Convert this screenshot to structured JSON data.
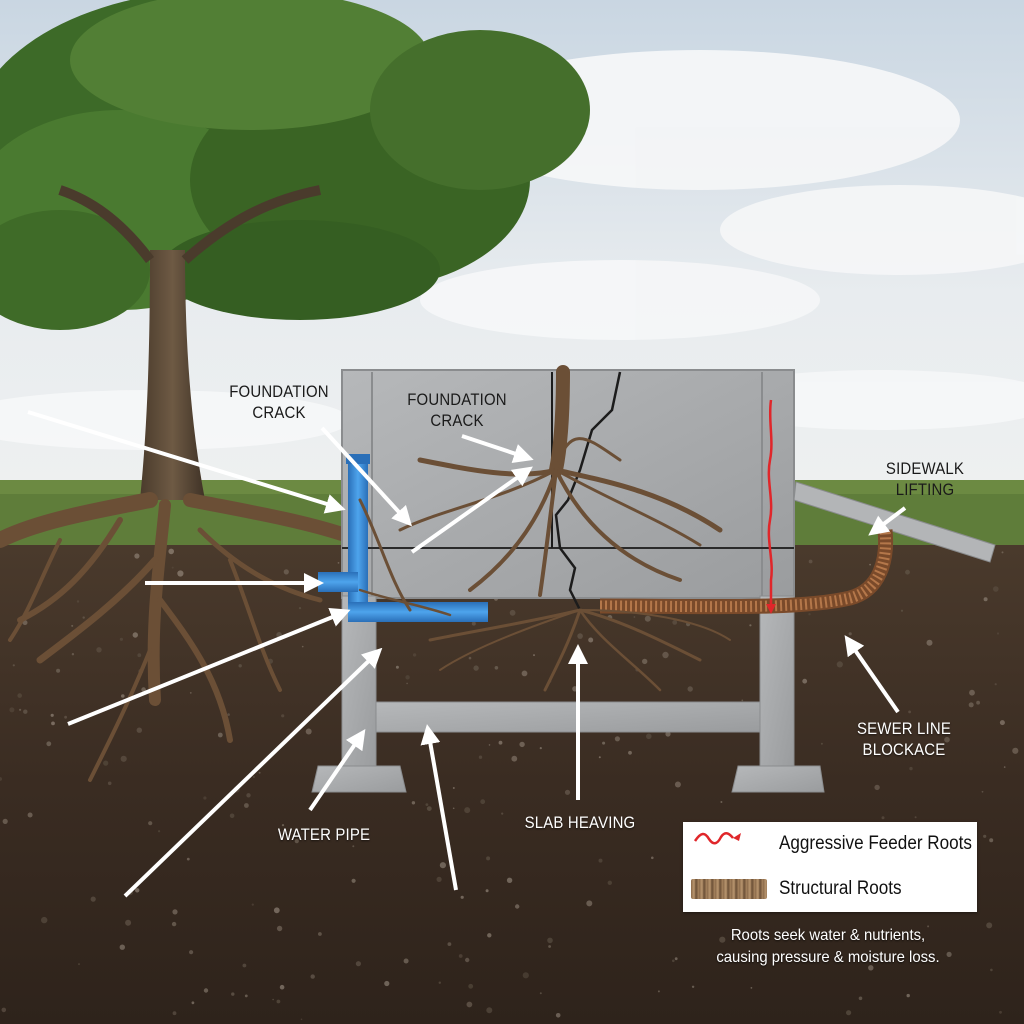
{
  "labels": {
    "foundation_crack_left": [
      "FOUNDATION",
      "CRACK"
    ],
    "foundation_crack_center": [
      "FOUNDATION",
      "CRACK"
    ],
    "sidewalk_lifting": [
      "SIDEWALK",
      "LIFTING"
    ],
    "sewer_line_blockage": [
      "SEWER LINE",
      "BLOCKACE"
    ],
    "water_pipe": "WATER PIPE",
    "slab_heaving": "SLAB HEAVING"
  },
  "legend": {
    "feeder_roots": "Aggressive Feeder Roots",
    "structural_roots": "Structural Roots"
  },
  "note": [
    "Roots seek water & nutrients,",
    "causing pressure & moisture loss."
  ],
  "colors": {
    "sky": "#dfe6ec",
    "grass": "#5f7d3a",
    "soil": "#3a2c22",
    "concrete": "#a9abad",
    "water_pipe": "#3a8fd8",
    "sewer_pipe": "#a0643a",
    "feeder_root": "#e0262a",
    "root": "#6b4f36",
    "arrow": "#ffffff"
  },
  "icons": [
    "white-arrow-icon",
    "red-squiggle-icon",
    "wood-swatch-icon"
  ]
}
